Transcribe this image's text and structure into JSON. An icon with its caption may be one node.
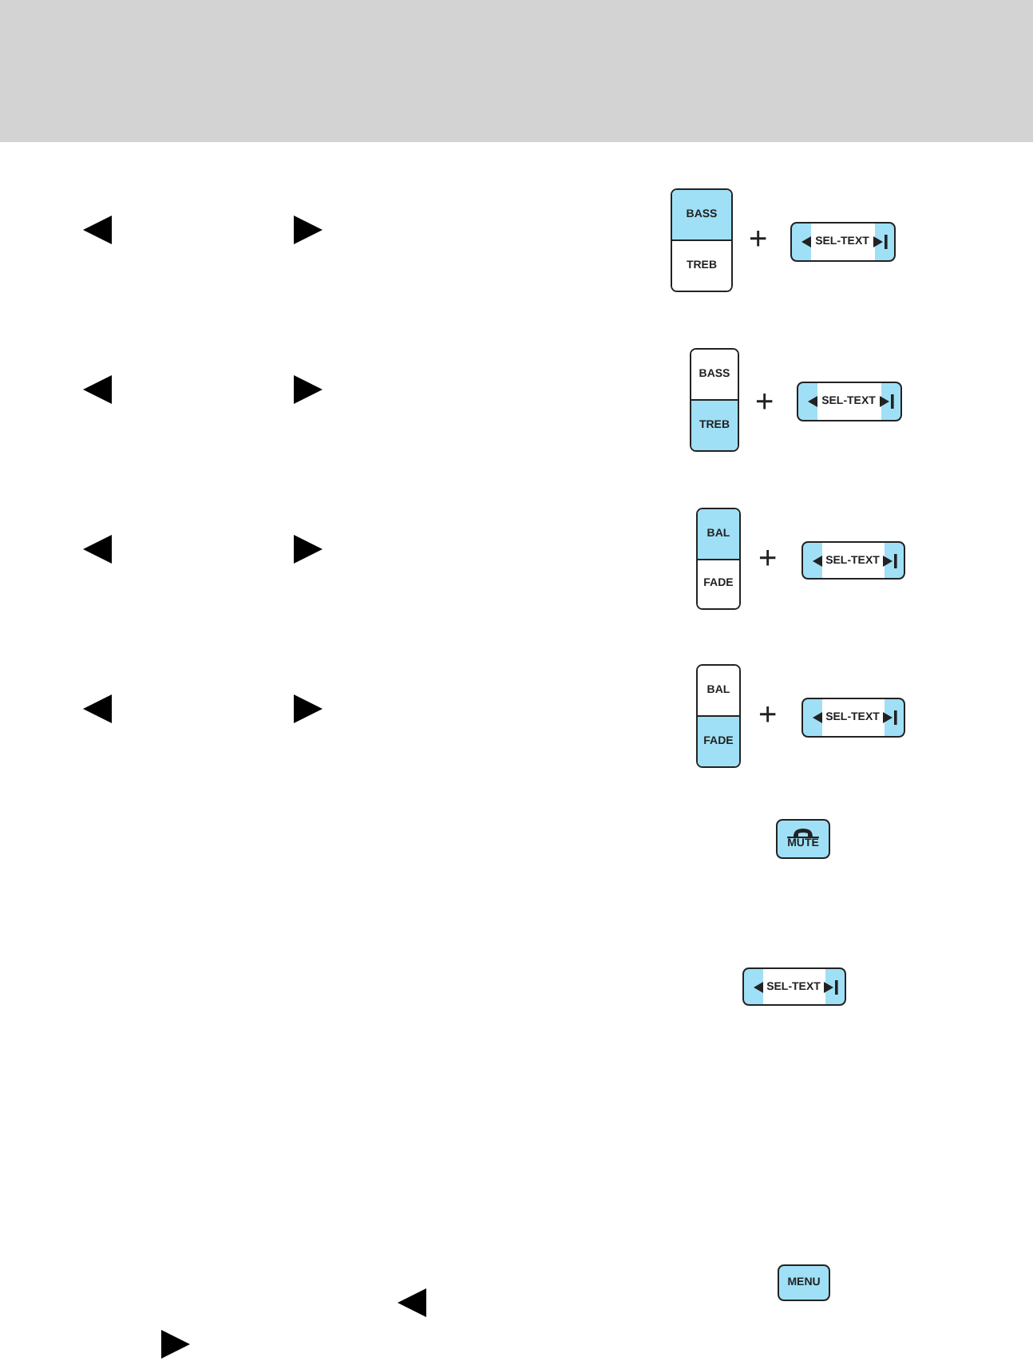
{
  "diagram": {
    "nodes": [
      {
        "text": [
          "BASS",
          "TREB"
        ]
      },
      {
        "text": [
          "SEL-TEXT"
        ]
      },
      {
        "text": [
          "BASS",
          "TREB"
        ]
      },
      {
        "text": [
          "SEL-TEXT"
        ]
      },
      {
        "text": [
          "BAL",
          "FADE"
        ]
      },
      {
        "text": [
          "SEL-TEXT"
        ]
      },
      {
        "text": [
          "BAL",
          "FADE"
        ]
      },
      {
        "text": [
          "SEL-TEXT"
        ]
      },
      {
        "text": [
          "MUTE"
        ]
      },
      {
        "text": [
          "SEL-TEXT"
        ]
      },
      {
        "text": [
          "MENU"
        ]
      }
    ],
    "labels": [
      "+",
      "+",
      "+",
      "+"
    ]
  }
}
